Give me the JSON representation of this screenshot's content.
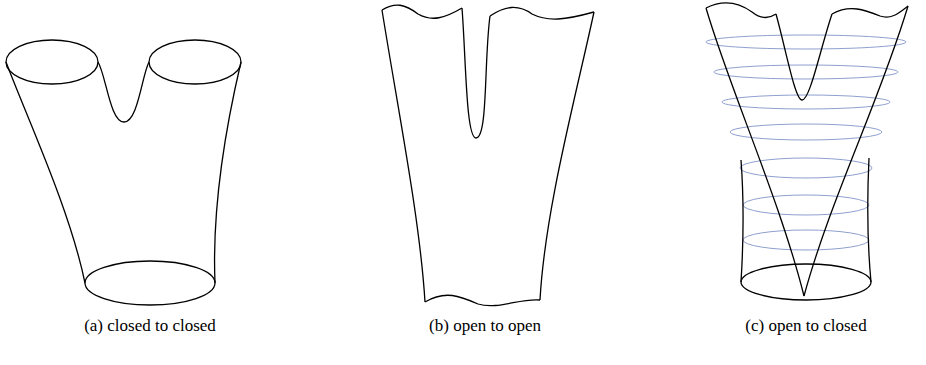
{
  "diagram": {
    "labels": [
      "(a) closed to closed",
      "(b) open to open",
      "(c) open to closed"
    ]
  }
}
